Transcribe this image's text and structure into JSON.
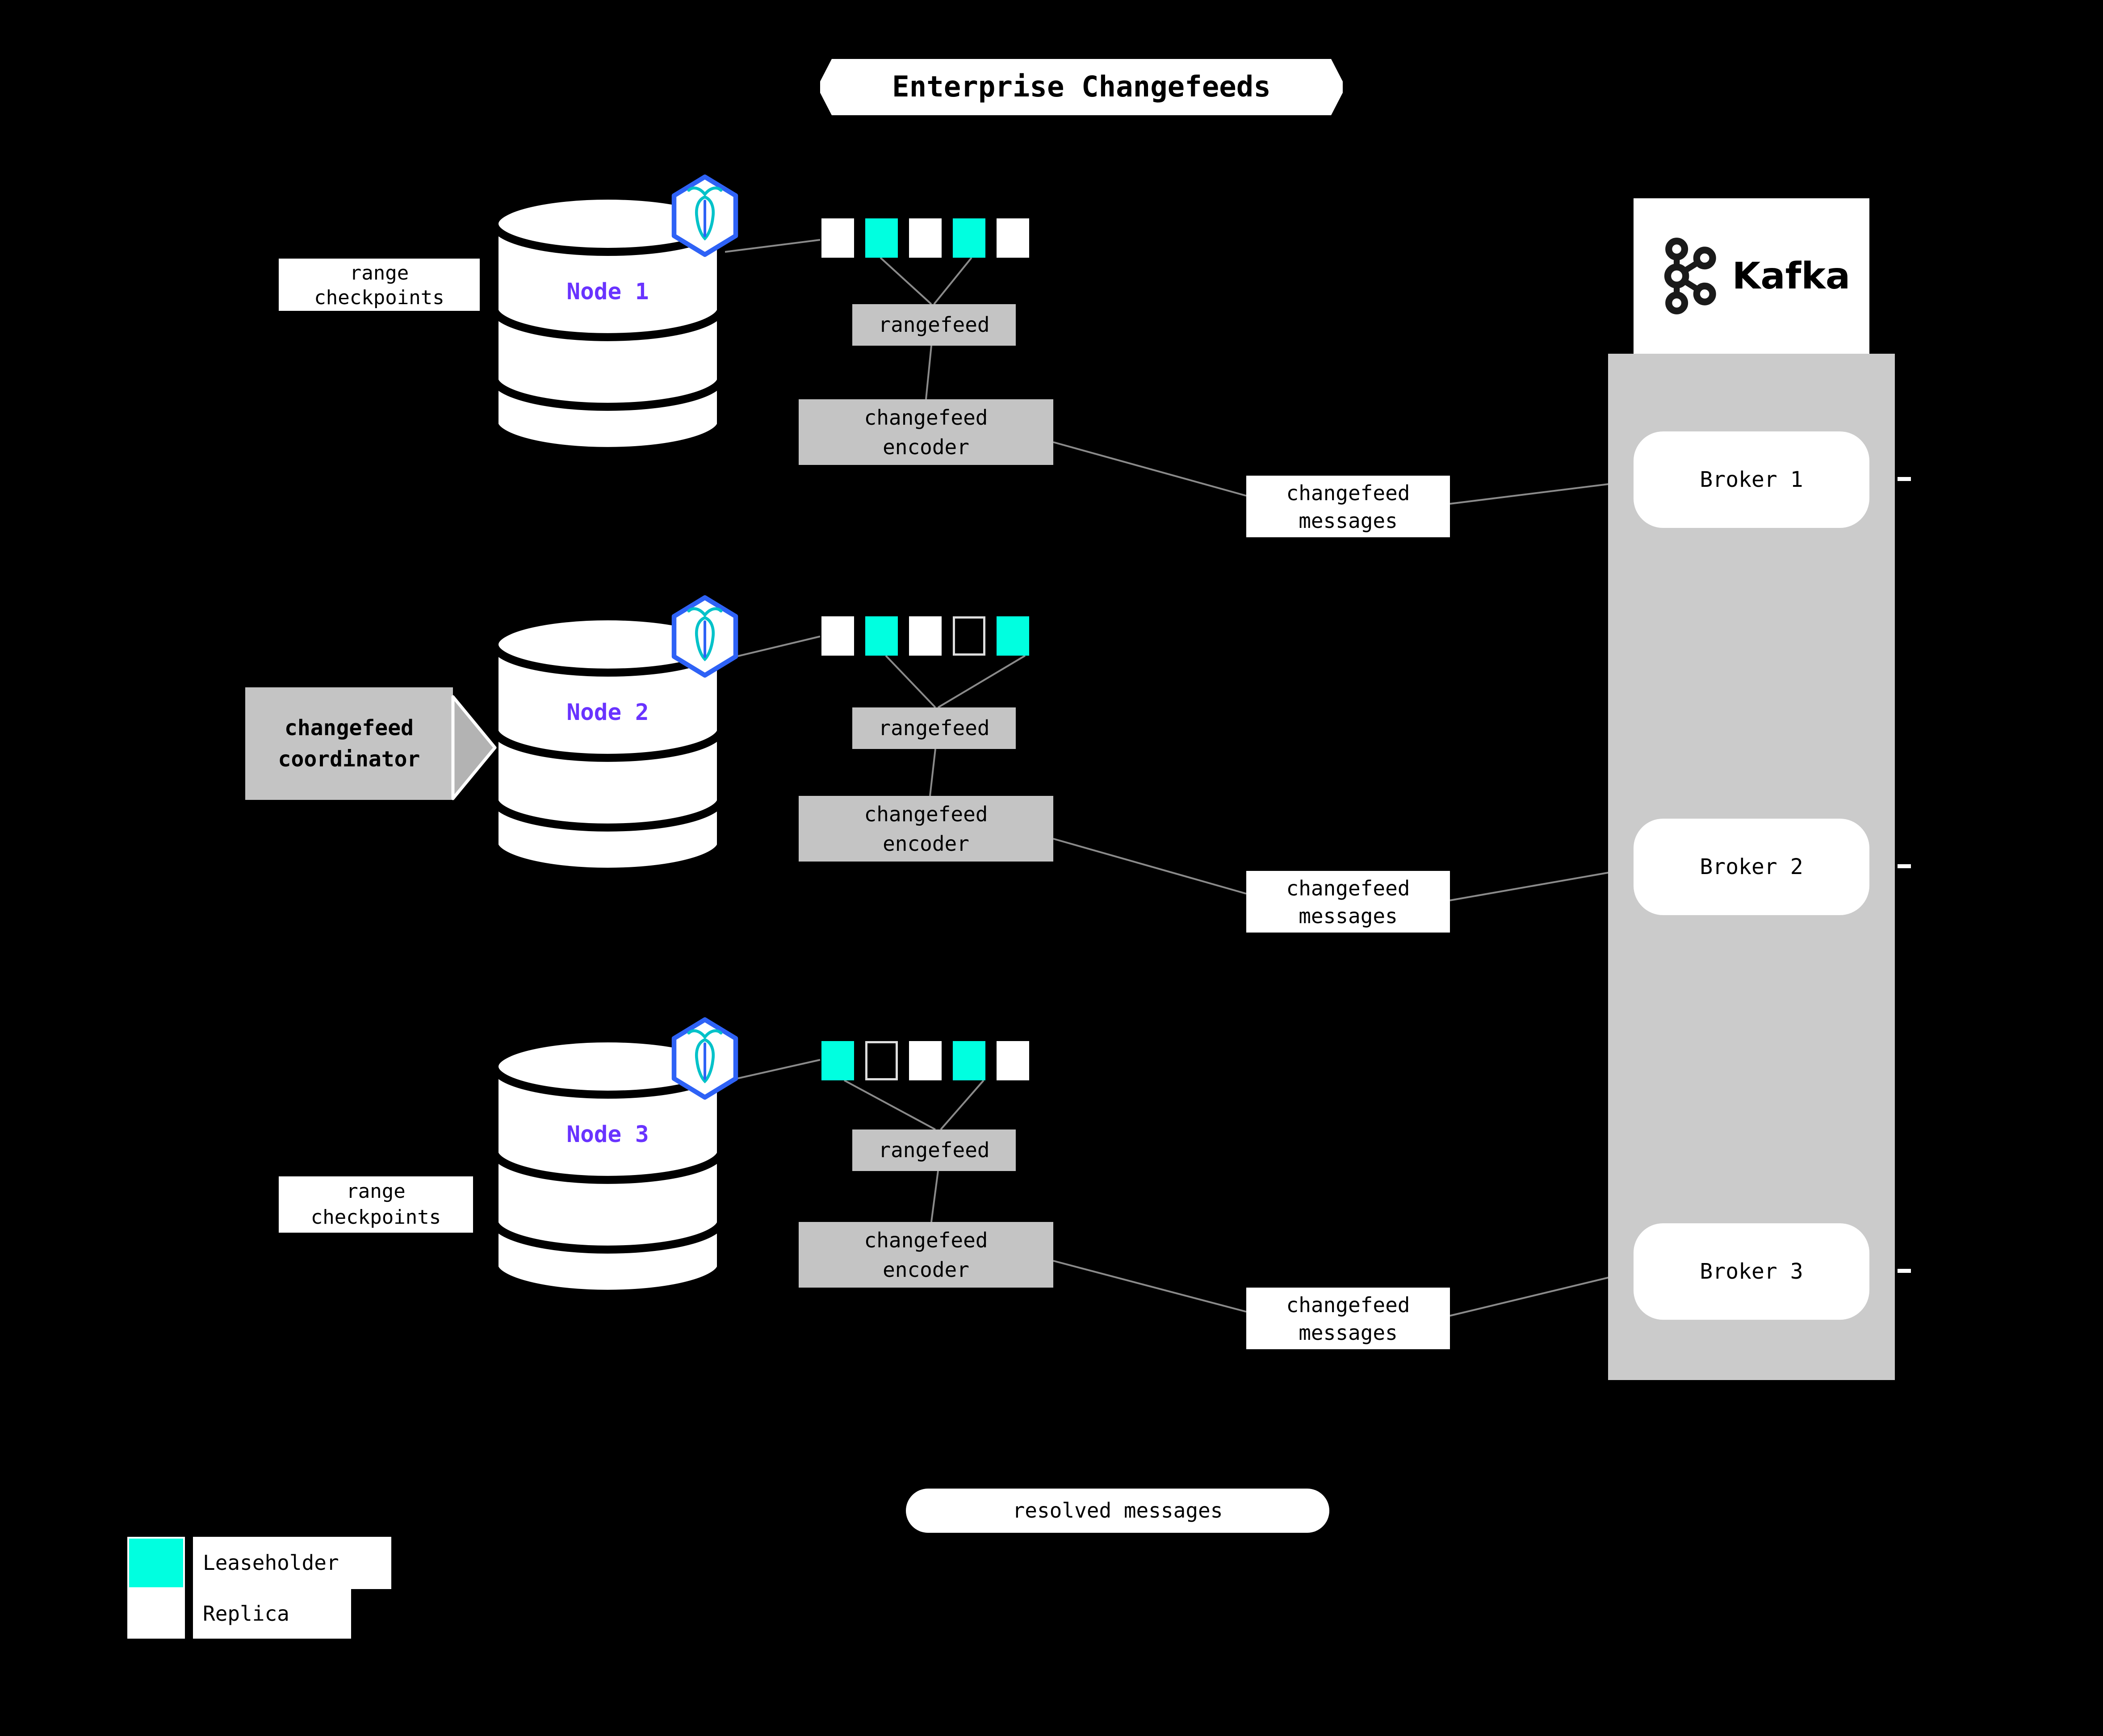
{
  "title": "Enterprise Changefeeds",
  "colors": {
    "background": "#000000",
    "leaseholder": "#00ffe0",
    "node_label": "#6933ff",
    "box_gray": "#c4c4c4",
    "panel_gray": "#cbcbcb",
    "badge_blue": "#2e62f6",
    "bug_teal": "#00c2c9"
  },
  "icons": {
    "node_badge": "cockroachdb-logo",
    "kafka": "kafka-logo"
  },
  "nodes": [
    {
      "label": "Node 1",
      "side_label": "range\ncheckpoints",
      "replicas": [
        "replica",
        "leaseholder",
        "replica",
        "leaseholder",
        "replica"
      ],
      "rangefeed_label": "rangefeed",
      "encoder_label": "changefeed\nencoder",
      "message_label": "changefeed\nmessages"
    },
    {
      "label": "Node 2",
      "side_label": "changefeed\ncoordinator",
      "replicas": [
        "replica",
        "leaseholder",
        "replica",
        "empty",
        "leaseholder"
      ],
      "rangefeed_label": "rangefeed",
      "encoder_label": "changefeed\nencoder",
      "message_label": "changefeed\nmessages"
    },
    {
      "label": "Node 3",
      "side_label": "range\ncheckpoints",
      "replicas": [
        "leaseholder",
        "empty",
        "replica",
        "leaseholder",
        "replica"
      ],
      "rangefeed_label": "rangefeed",
      "encoder_label": "changefeed\nencoder",
      "message_label": "changefeed\nmessages"
    }
  ],
  "kafka": {
    "brand": "Kafka",
    "brokers": [
      "Broker 1",
      "Broker 2",
      "Broker 3"
    ]
  },
  "resolved_label": "resolved messages",
  "legend": {
    "items": [
      {
        "kind": "leaseholder",
        "label": "Leaseholder"
      },
      {
        "kind": "replica",
        "label": "Replica"
      }
    ]
  }
}
